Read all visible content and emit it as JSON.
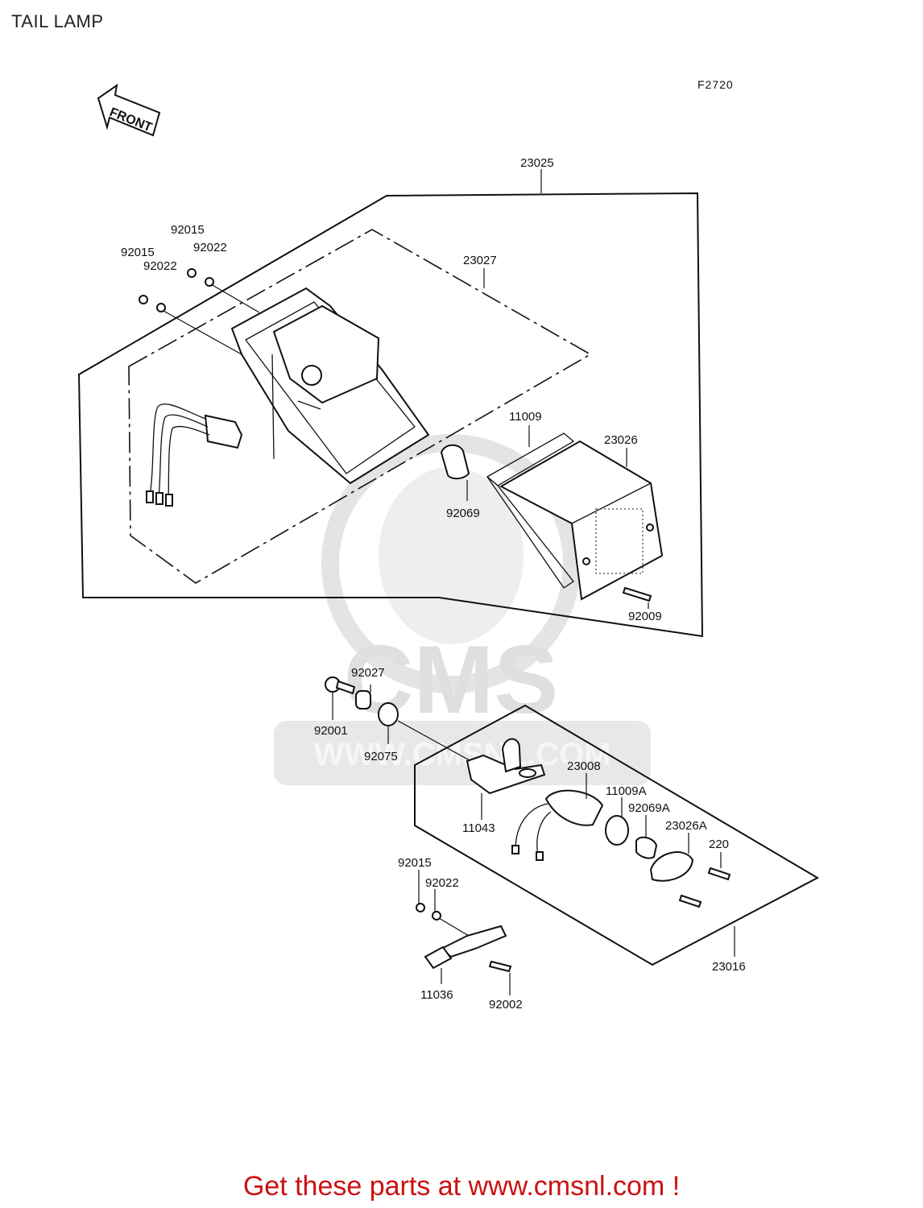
{
  "page": {
    "title": "TAIL LAMP",
    "figure_code": "F2720"
  },
  "front_arrow": {
    "label": "FRONT",
    "icon": "front-arrow-icon"
  },
  "watermark": {
    "text": "CMS",
    "url_text": "WWW.CMSNL.COM",
    "color": "#dddddd"
  },
  "callouts": [
    "23025",
    "23027",
    "92015",
    "92022",
    "92015",
    "92022",
    "11009",
    "23026",
    "92069",
    "92009",
    "92027",
    "92001",
    "92075",
    "11043",
    "23008",
    "11009A",
    "92069A",
    "23026A",
    "220",
    "23016",
    "92015",
    "92022",
    "11036",
    "92002"
  ],
  "footer": {
    "promo_text": "Get these parts at www.cmsnl.com !",
    "color": "#cc1111"
  }
}
